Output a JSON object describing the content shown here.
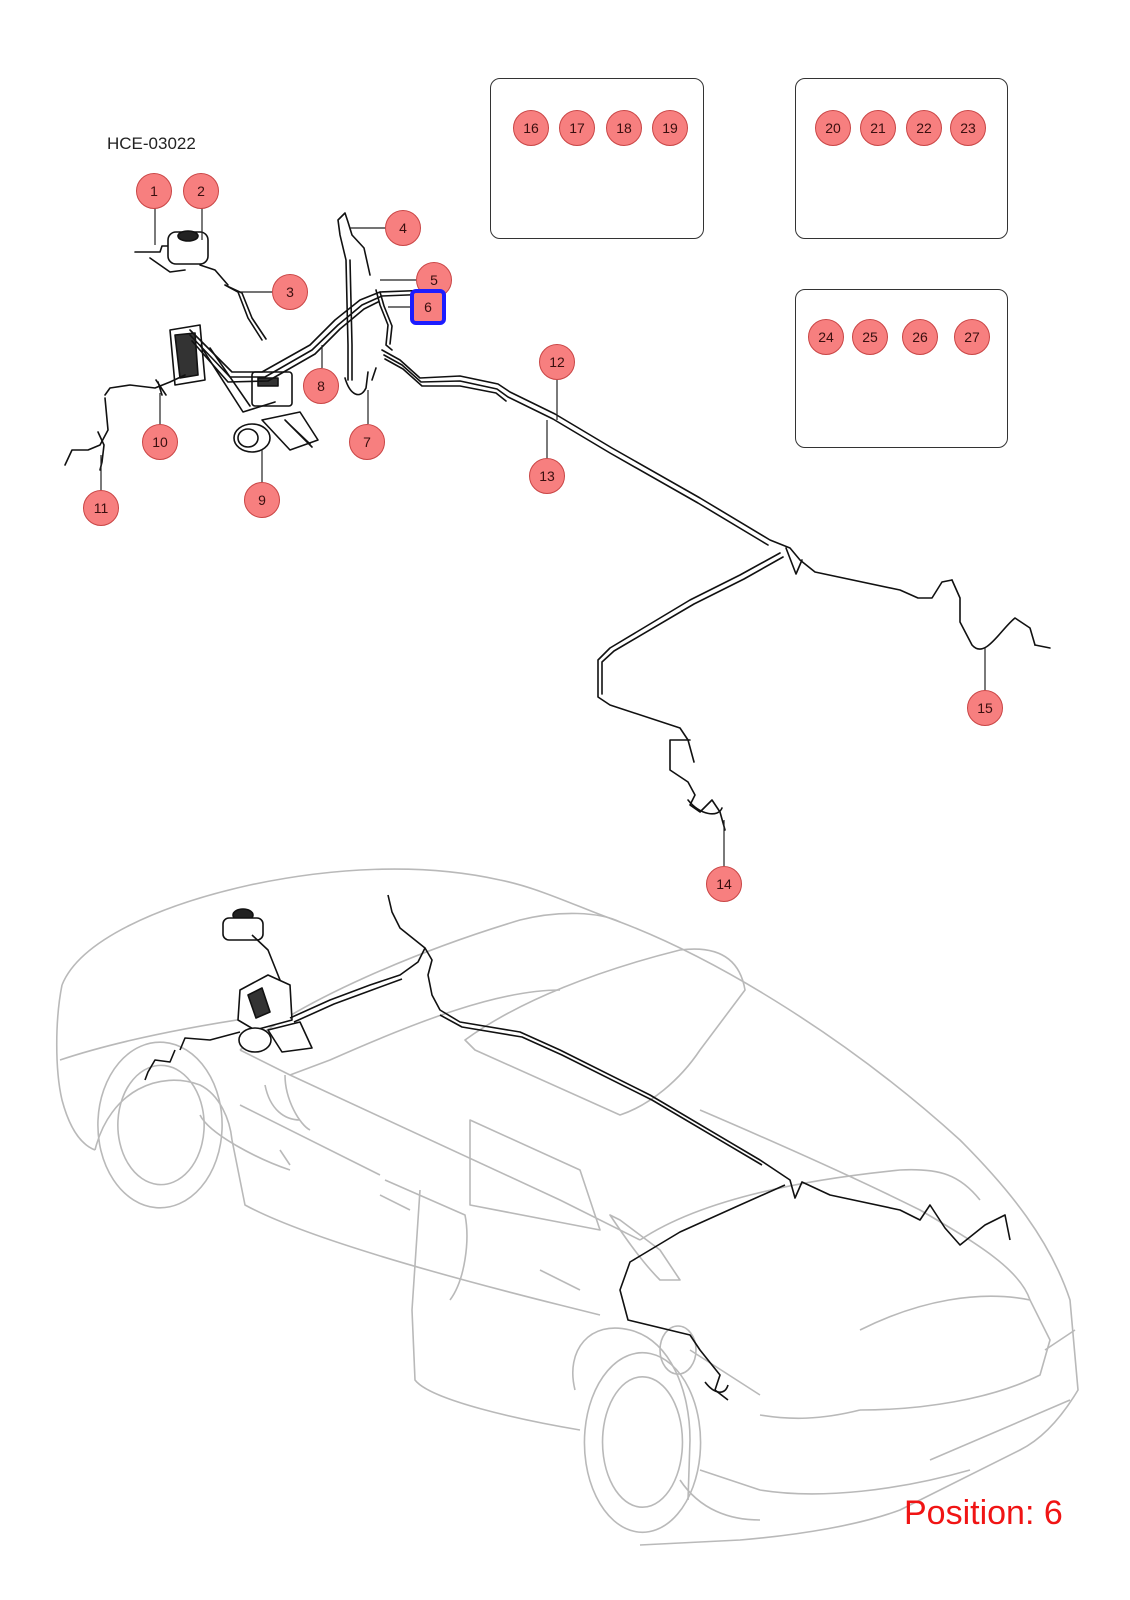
{
  "diagram_code": "HCE-03022",
  "position_label": "Position: 6",
  "selected_part": "6",
  "colors": {
    "callout_fill": "#f77f7f",
    "callout_border": "#c94545",
    "highlight": "#1c1cff",
    "position_text": "#f01414"
  },
  "callouts": [
    "1",
    "2",
    "3",
    "4",
    "5",
    "6",
    "7",
    "8",
    "9",
    "10",
    "11",
    "12",
    "13",
    "14",
    "15",
    "16",
    "17",
    "18",
    "19",
    "20",
    "21",
    "22",
    "23",
    "24",
    "25",
    "26",
    "27"
  ]
}
